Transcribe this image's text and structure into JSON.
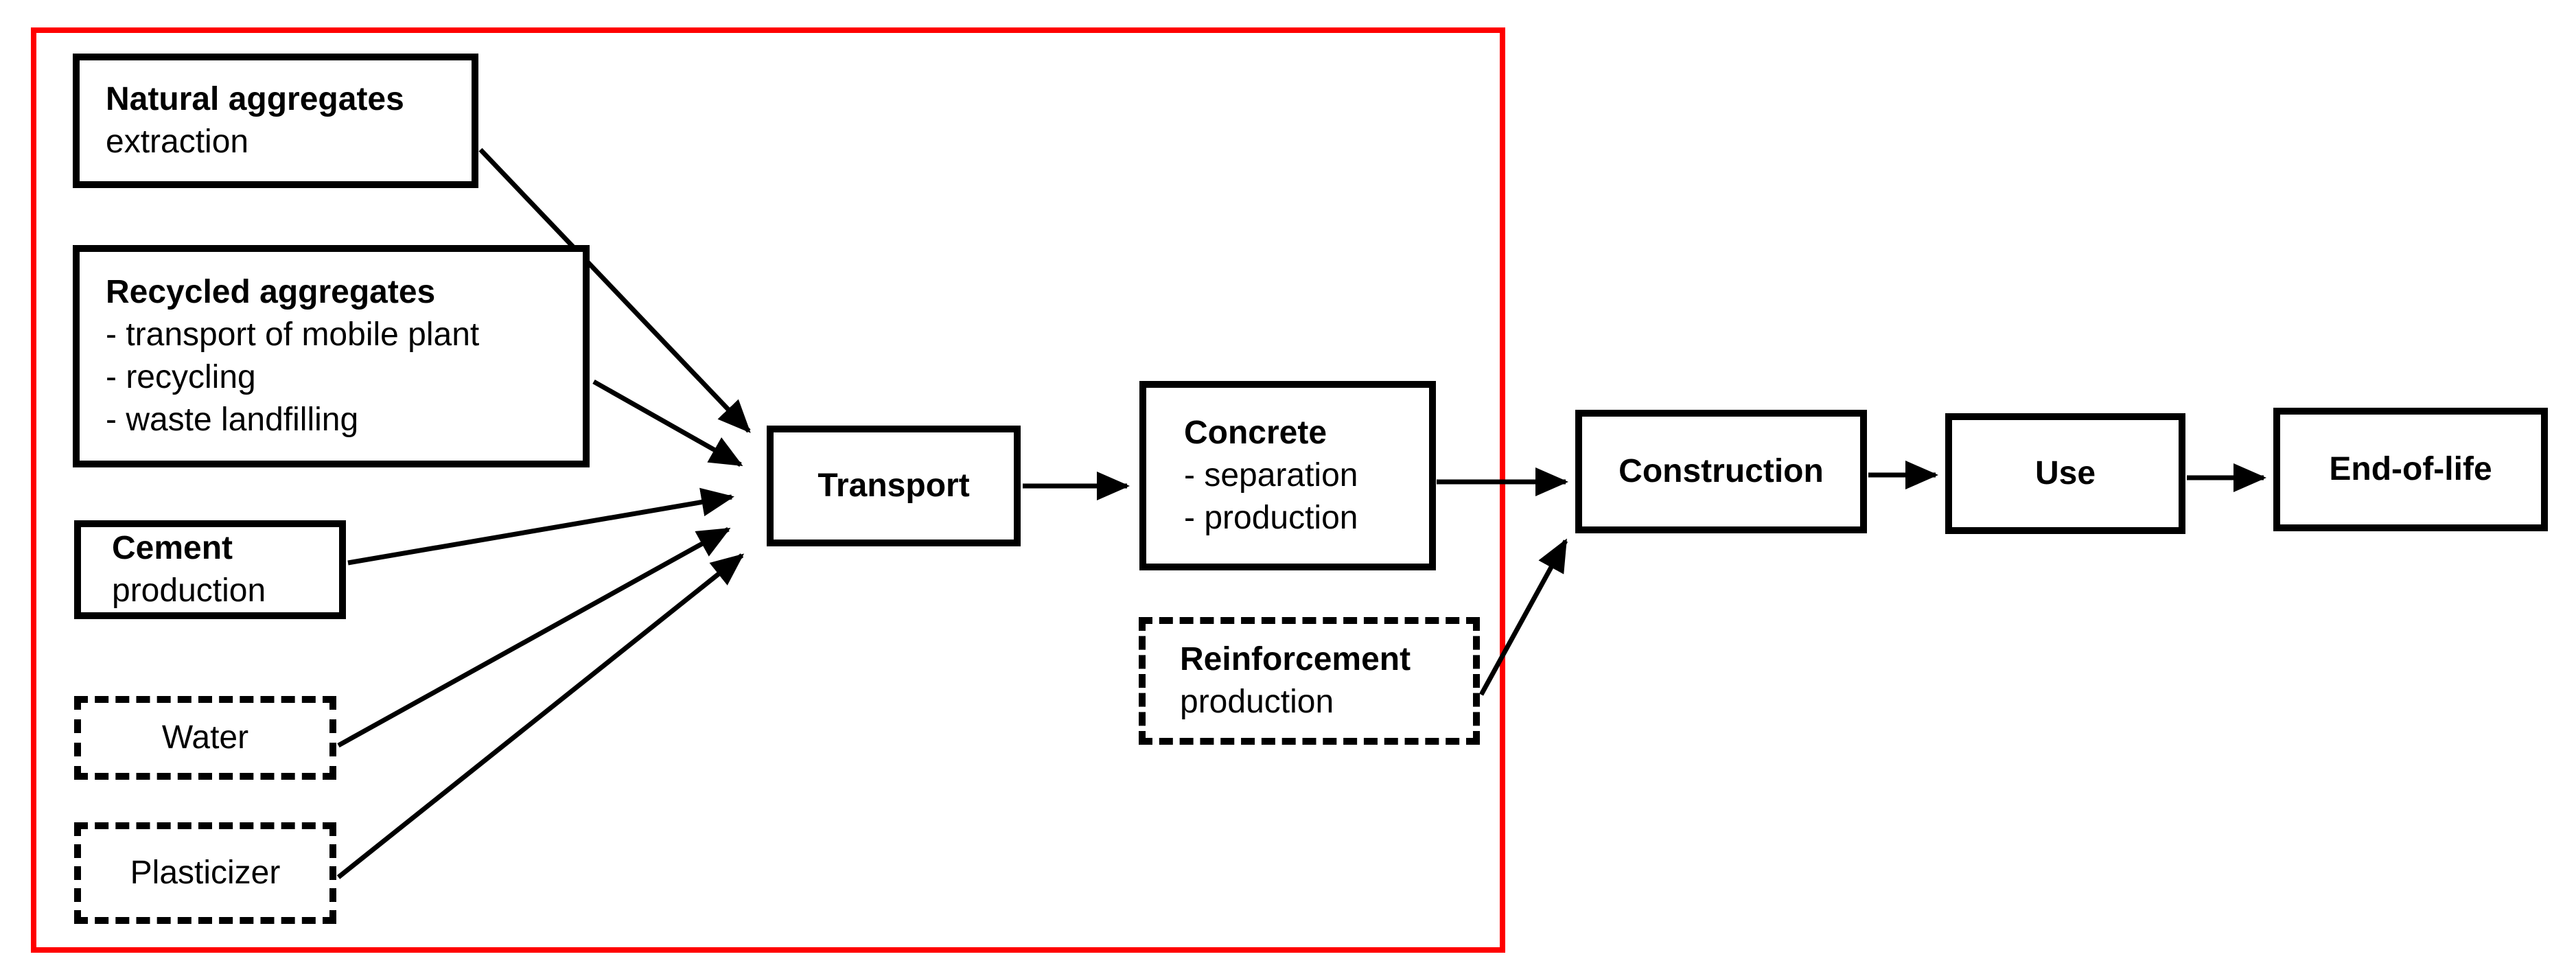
{
  "diagram": {
    "type": "flowchart",
    "description_visible_only": "process boxes connected by arrows, red system boundary rectangle",
    "colors": {
      "boundary": "#ff0000",
      "line": "#000000",
      "box_border": "#000000",
      "background": "#ffffff"
    },
    "boxes": {
      "natural": {
        "title": "Natural aggregates",
        "lines": [
          "extraction"
        ],
        "border": "solid"
      },
      "recycled": {
        "title": "Recycled aggregates",
        "lines": [
          "- transport of mobile plant",
          "- recycling",
          "- waste landfilling"
        ],
        "border": "solid"
      },
      "cement": {
        "title": "Cement",
        "lines": [
          "production"
        ],
        "border": "solid"
      },
      "water": {
        "title": "Water",
        "lines": [],
        "border": "dashed"
      },
      "plasticizer": {
        "title": "Plasticizer",
        "lines": [],
        "border": "dashed"
      },
      "transport": {
        "title": "Transport",
        "lines": [],
        "border": "solid"
      },
      "concrete": {
        "title": "Concrete",
        "lines": [
          "- separation",
          "- production"
        ],
        "border": "solid"
      },
      "reinforcement": {
        "title": "Reinforcement",
        "lines": [
          "production"
        ],
        "border": "dashed"
      },
      "construction": {
        "title": "Construction",
        "lines": [],
        "border": "solid"
      },
      "use": {
        "title": "Use",
        "lines": [],
        "border": "solid"
      },
      "end_of_life": {
        "title": "End-of-life",
        "lines": [],
        "border": "solid"
      }
    },
    "arrows": [
      {
        "from": "natural",
        "to": "transport"
      },
      {
        "from": "recycled",
        "to": "transport"
      },
      {
        "from": "cement",
        "to": "transport"
      },
      {
        "from": "water",
        "to": "transport"
      },
      {
        "from": "plasticizer",
        "to": "transport"
      },
      {
        "from": "transport",
        "to": "concrete"
      },
      {
        "from": "concrete",
        "to": "construction"
      },
      {
        "from": "reinforcement",
        "to": "construction"
      },
      {
        "from": "construction",
        "to": "use"
      },
      {
        "from": "use",
        "to": "end_of_life"
      }
    ]
  }
}
